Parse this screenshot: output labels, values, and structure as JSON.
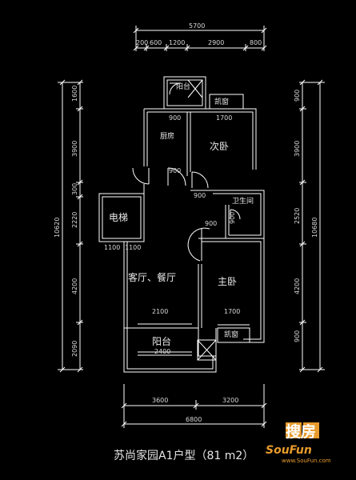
{
  "title": "苏尚家园A1户型（81 m2）",
  "rooms": {
    "balcony_top": "阳台",
    "kitchen_window": "凯窗",
    "kitchen": "厨房",
    "second_bedroom": "次卧",
    "bathroom": "卫生间",
    "elevator": "电梯",
    "living_dining": "客厅、餐厅",
    "master_bedroom": "主卧",
    "bottom_window": "凯窗",
    "balcony_bottom": "阳台"
  },
  "dimensions": {
    "top_total": "5700",
    "top_a": "200",
    "top_b": "600",
    "top_c": "1200",
    "top_d": "2900",
    "top_e": "800",
    "left_a": "1600",
    "left_b": "3900",
    "left_c": "300",
    "left_d": "2220",
    "left_e": "4200",
    "left_f": "2090",
    "left_total": "10620",
    "right_a": "900",
    "right_b": "3900",
    "right_c": "2520",
    "right_d": "4200",
    "right_e": "900",
    "right_total": "10680",
    "bottom_a": "3600",
    "bottom_b": "3200",
    "bottom_total": "6800",
    "in_kitchen_door": "900",
    "in_bedroom_window": "1700",
    "in_small_1": "900",
    "in_small_2": "900",
    "in_bath_door": "900",
    "in_bath_side": "900",
    "in_elev_a": "1100",
    "in_elev_b": "1100",
    "in_living_window": "2100",
    "in_master_window": "1700",
    "in_balcony": "2400"
  },
  "watermark": {
    "cn": "搜房",
    "en": "SouFun",
    "url": "www.SouFun.com"
  },
  "colors": {
    "background": "#000000",
    "lines": "#ffffff",
    "watermark": "#e89a2c"
  }
}
